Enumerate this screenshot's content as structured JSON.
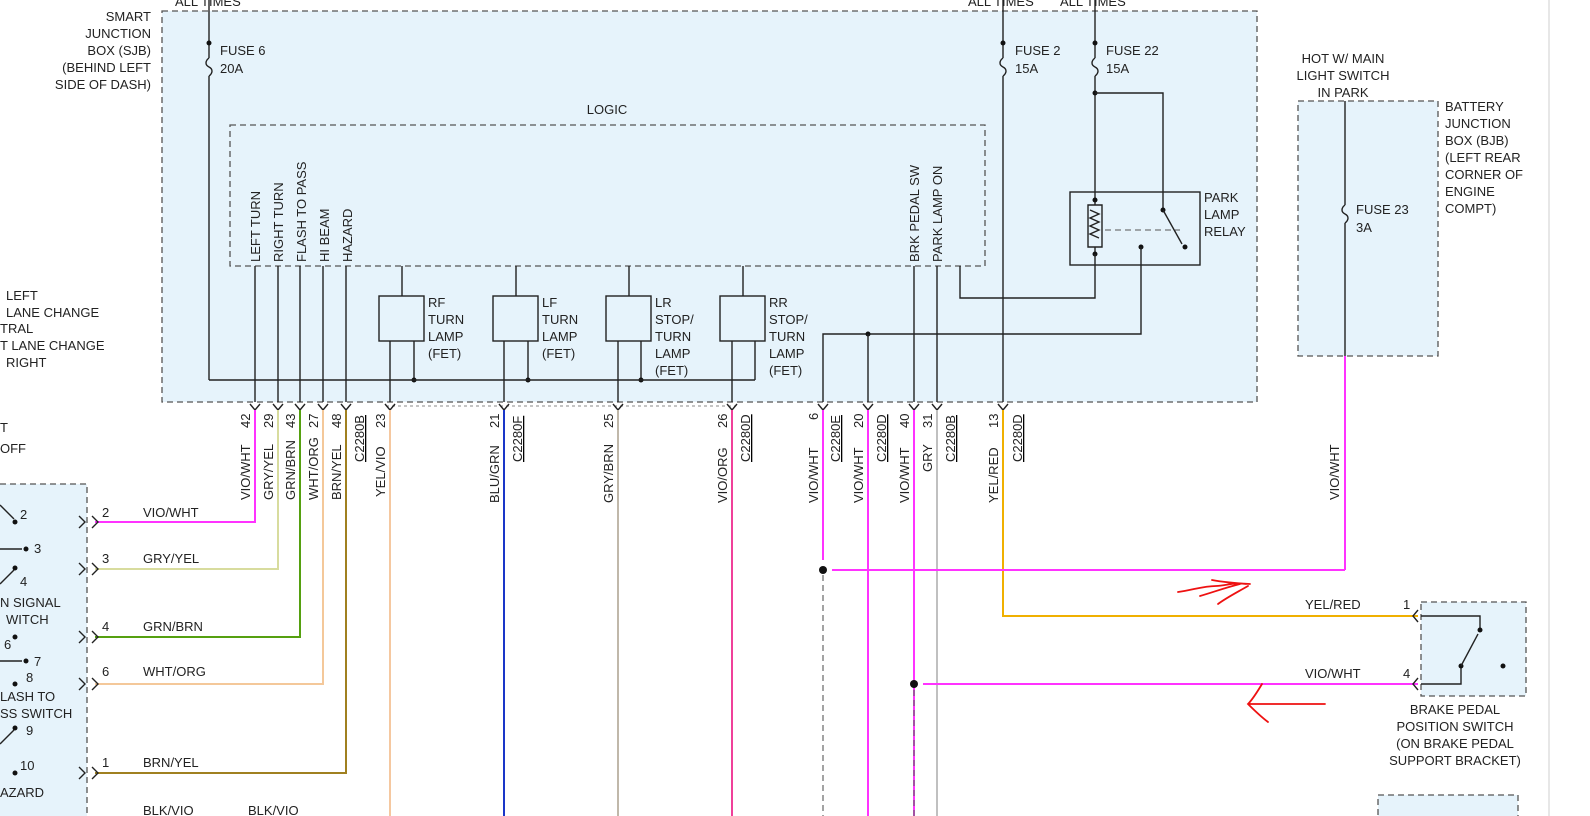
{
  "sjb": {
    "title": [
      "SMART",
      "JUNCTION",
      "BOX (SJB)",
      "(BEHIND LEFT",
      "SIDE OF DASH)"
    ],
    "top_labels": [
      "ALL TIMES",
      "ALL TIMES",
      "ALL TIMES"
    ],
    "logic_label": "LOGIC",
    "fuse6": [
      "FUSE 6",
      "20A"
    ],
    "fuse2": [
      "FUSE 2",
      "15A"
    ],
    "fuse22": [
      "FUSE 22",
      "15A"
    ],
    "logic_inputs": [
      "LEFT TURN",
      "RIGHT TURN",
      "FLASH TO PASS",
      "HI BEAM",
      "HAZARD"
    ],
    "logic_inputs_right": [
      "BRK PEDAL SW",
      "PARK LAMP ON"
    ],
    "relay": [
      "PARK",
      "LAMP",
      "RELAY"
    ],
    "fets": [
      [
        "RF",
        "TURN",
        "LAMP",
        "(FET)"
      ],
      [
        "LF",
        "TURN",
        "LAMP",
        "(FET)"
      ],
      [
        "LR",
        "STOP/",
        "TURN",
        "LAMP",
        "(FET)"
      ],
      [
        "RR",
        "STOP/",
        "TURN",
        "LAMP",
        "(FET)"
      ]
    ]
  },
  "bjb": {
    "hot_label": [
      "HOT W/ MAIN",
      "LIGHT SWITCH",
      "IN PARK"
    ],
    "title": [
      "BATTERY",
      "JUNCTION",
      "BOX (BJB)",
      "(LEFT REAR",
      "CORNER OF",
      "ENGINE",
      "COMPT)"
    ],
    "fuse23": [
      "FUSE 23",
      "3A"
    ]
  },
  "pins": [
    {
      "pin": "42",
      "wire": "VIO/WHT"
    },
    {
      "pin": "29",
      "wire": "GRY/YEL"
    },
    {
      "pin": "43",
      "wire": "GRN/BRN"
    },
    {
      "pin": "27",
      "wire": "WHT/ORG"
    },
    {
      "pin": "48",
      "wire": "BRN/YEL"
    },
    {
      "pin": "23",
      "wire": "YEL/VIO"
    },
    {
      "pin": "21",
      "wire": "BLU/GRN"
    },
    {
      "pin": "25",
      "wire": "GRY/BRN"
    },
    {
      "pin": "26",
      "wire": "VIO/ORG"
    },
    {
      "pin": "6",
      "wire": "VIO/WHT"
    },
    {
      "pin": "20",
      "wire": "VIO/WHT"
    },
    {
      "pin": "40",
      "wire": "VIO/WHT"
    },
    {
      "pin": "31",
      "wire": "GRY"
    },
    {
      "pin": "13",
      "wire": "YEL/RED"
    }
  ],
  "connectors": [
    "C2280B",
    "C2280F",
    "C2280D",
    "C2280E",
    "C2280D",
    "C2280B",
    "C2280D"
  ],
  "bjb_wire": "VIO/WHT",
  "left_labels": [
    "LEFT",
    "LANE CHANGE",
    "TRAL",
    "T LANE CHANGE",
    "RIGHT",
    "T",
    "OFF"
  ],
  "turn_switch": {
    "pins": [
      "2",
      "3",
      "4",
      "6",
      "7",
      "8",
      "9",
      "10"
    ],
    "labels": [
      "N SIGNAL",
      "WITCH",
      "LASH TO",
      "SS SWITCH",
      "AZARD"
    ]
  },
  "switch_wires": [
    {
      "pin": "2",
      "wire": "VIO/WHT"
    },
    {
      "pin": "3",
      "wire": "GRY/YEL"
    },
    {
      "pin": "4",
      "wire": "GRN/BRN"
    },
    {
      "pin": "6",
      "wire": "WHT/ORG"
    },
    {
      "pin": "1",
      "wire": "BRN/YEL"
    }
  ],
  "bottom_partial": [
    "BLK/VIO",
    "BLK/VIO"
  ],
  "brake_switch": {
    "label": [
      "BRAKE PEDAL",
      "POSITION SWITCH",
      "(ON BRAKE PEDAL",
      "SUPPORT BRACKET)"
    ],
    "pin1": "1",
    "pin1_wire": "YEL/RED",
    "pin4": "4",
    "pin4_wire": "VIO/WHT"
  },
  "colors": {
    "vio_wht": "#ff33ff",
    "gry_yel": "#d8dc9e",
    "grn_brn": "#55a010",
    "wht_org": "#f4c89a",
    "brn_yel": "#a08020",
    "yel_vio": "#f5c8a0",
    "blu_grn": "#1a36c8",
    "gry_brn": "#c0b8aa",
    "vio_org": "#f0409a",
    "gry": "#c0c0c0",
    "yel_red": "#f0b000",
    "annotation": "#ee1111",
    "box_fill": "#e6f3fb"
  }
}
